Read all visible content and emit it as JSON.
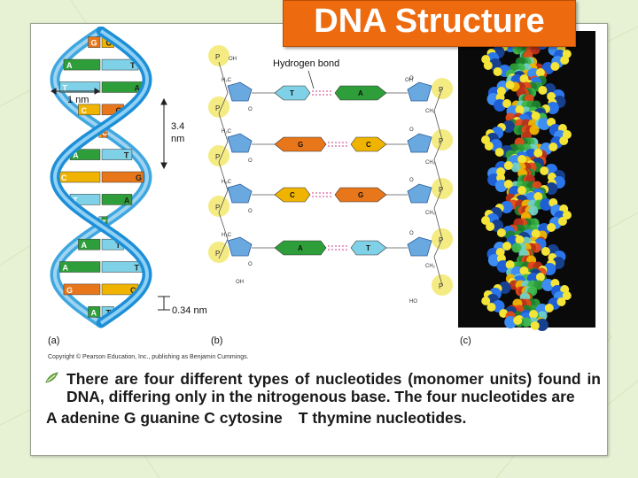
{
  "slide": {
    "title": "DNA Structure",
    "figure": {
      "panel_a_label": "(a)",
      "panel_b_label": "(b)",
      "panel_c_label": "(c)",
      "label_1nm": "1 nm",
      "label_34nm_top": "3.4",
      "label_34nm_bottom": "nm",
      "label_034nm": "0.34 nm",
      "hydrogen_bond_label": "Hydrogen bond",
      "copyright": "Copyright © Pearson Education, Inc., publishing as Benjamin Cummings.",
      "helix_pairs": [
        {
          "left": "G",
          "right": "C"
        },
        {
          "left": "A",
          "right": "T"
        },
        {
          "left": "T",
          "right": "A"
        },
        {
          "left": "C",
          "right": "G"
        },
        {
          "left": "C",
          "right": "G"
        },
        {
          "left": "A",
          "right": "T"
        },
        {
          "left": "C",
          "right": "G"
        },
        {
          "left": "T",
          "right": "A"
        },
        {
          "left": "T",
          "right": "A"
        },
        {
          "left": "A",
          "right": "T"
        },
        {
          "left": "A",
          "right": "T"
        },
        {
          "left": "G",
          "right": "C"
        },
        {
          "left": "A",
          "right": "T"
        }
      ],
      "ladder_pairs": [
        {
          "left": "T",
          "right": "A"
        },
        {
          "left": "G",
          "right": "C"
        },
        {
          "left": "C",
          "right": "G"
        },
        {
          "left": "A",
          "right": "T"
        }
      ],
      "chem_labels": {
        "oh": "OH",
        "h2c": "H₂C",
        "ch2": "CH₂",
        "o": "O",
        "p": "P",
        "ho": "HO"
      }
    },
    "body": {
      "paragraph": "There are four different types of nucleotides (monomer units) found in DNA, differing only in the nitrogenous base. The four nucleotides are",
      "bases_line_1": "A adenine  G guanine  C cytosine",
      "bases_line_2": "T thymine  nucleotides."
    }
  },
  "colors": {
    "title_bg": "#ee6a0f",
    "base_G": "#e8761a",
    "base_C": "#f0b400",
    "base_A": "#2e9e3a",
    "base_T": "#7ed1e6",
    "backbone": "#1e8fd6",
    "sugar": "#6aa8e0",
    "phosphate": "#f2e45a"
  }
}
